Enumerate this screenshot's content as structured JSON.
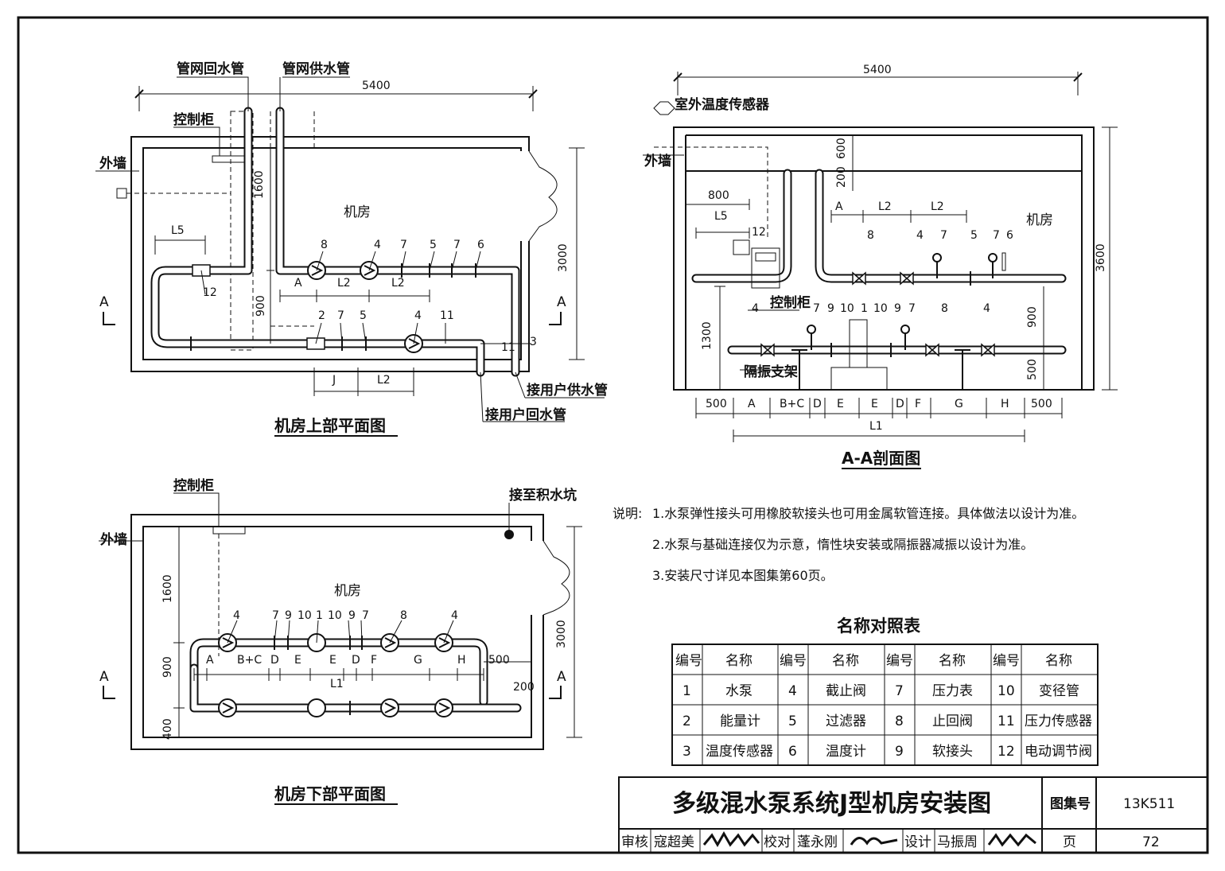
{
  "plan_upper": {
    "title": "机房上部平面图",
    "return_pipe": "管网回水管",
    "supply_pipe": "管网供水管",
    "control_cabinet": "控制柜",
    "outer_wall": "外墙",
    "room": "机房",
    "user_supply": "接用户供水管",
    "user_return": "接用户回水管",
    "dim_width": "5400",
    "dim_1600": "1600",
    "dim_900": "900",
    "dim_3000": "3000",
    "L5": "L5",
    "L2a": "L2",
    "L2b": "L2",
    "L2c": "L2",
    "J": "J",
    "A": "A",
    "section_a_left": "A",
    "section_a_right": "A",
    "tags": [
      "8",
      "4",
      "7",
      "5",
      "7",
      "6",
      "2",
      "7",
      "5",
      "4",
      "11",
      "12",
      "3",
      "11"
    ]
  },
  "section_aa": {
    "title": "A-A剖面图",
    "outdoor_sensor": "室外温度传感器",
    "outer_wall": "外墙",
    "room": "机房",
    "control_cabinet": "控制柜",
    "isolation_bracket": "隔振支架",
    "dim_width": "5400",
    "dim_800": "800",
    "dim_600": "600",
    "dim_200": "200",
    "dim_3600": "3600",
    "dim_1300": "1300",
    "dim_900": "900",
    "dim_500": "500",
    "L5": "L5",
    "L2a": "L2",
    "L2b": "L2",
    "A": "A",
    "bottom_dims": [
      "500",
      "A",
      "B+C",
      "D",
      "E",
      "E",
      "D",
      "F",
      "G",
      "H",
      "500"
    ],
    "L1": "L1",
    "upper_tags": [
      "8",
      "4",
      "7",
      "5",
      "7",
      "6",
      "12"
    ],
    "lower_tags": [
      "4",
      "7",
      "9",
      "10",
      "1",
      "10",
      "9",
      "7",
      "8",
      "4"
    ]
  },
  "plan_lower": {
    "title": "机房下部平面图",
    "control_cabinet": "控制柜",
    "outer_wall": "外墙",
    "room": "机房",
    "sump": "接至积水坑",
    "dim_1600": "1600",
    "dim_900": "900",
    "dim_400": "400",
    "dim_3000": "3000",
    "dim_500": "500",
    "dim_200": "200",
    "section_a_left": "A",
    "section_a_right": "A",
    "L1": "L1",
    "bottom_dims": [
      "A",
      "B+C",
      "D",
      "E",
      "E",
      "D",
      "F",
      "G",
      "H"
    ],
    "tags": [
      "4",
      "7",
      "9",
      "10",
      "1",
      "10",
      "9",
      "7",
      "8",
      "4"
    ]
  },
  "notes": {
    "prefix": "说明:",
    "items": [
      "1.水泵弹性接头可用橡胶软接头也可用金属软管连接。具体做法以设计为准。",
      "2.水泵与基础连接仅为示意，惰性块安装或隔振器减振以设计为准。",
      "3.安装尺寸详见本图集第60页。"
    ]
  },
  "legend_table": {
    "title": "名称对照表",
    "headers": [
      "编号",
      "名称",
      "编号",
      "名称",
      "编号",
      "名称",
      "编号",
      "名称"
    ],
    "rows": [
      [
        "1",
        "水泵",
        "4",
        "截止阀",
        "7",
        "压力表",
        "10",
        "变径管"
      ],
      [
        "2",
        "能量计",
        "5",
        "过滤器",
        "8",
        "止回阀",
        "11",
        "压力传感器"
      ],
      [
        "3",
        "温度传感器",
        "6",
        "温度计",
        "9",
        "软接头",
        "12",
        "电动调节阀"
      ]
    ]
  },
  "title_block": {
    "drawing_title": "多级混水泵系统J型机房安装图",
    "atlas_label": "图集号",
    "atlas_no": "13K511",
    "review_label": "审核",
    "reviewer": "寇超美",
    "check_label": "校对",
    "checker": "蓬永刚",
    "design_label": "设计",
    "designer": "马振周",
    "page_label": "页",
    "page_no": "72"
  }
}
